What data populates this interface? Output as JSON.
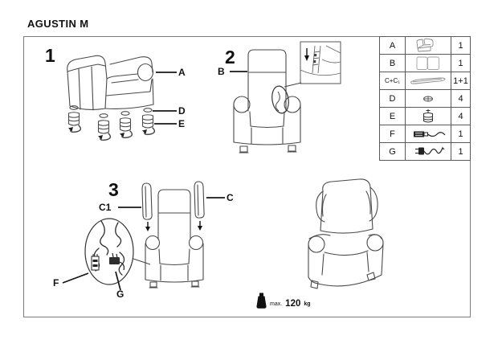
{
  "page": {
    "title": "AGUSTIN M"
  },
  "figures": {
    "fig1": {
      "number": "1"
    },
    "fig2": {
      "number": "2"
    },
    "fig3": {
      "number": "3"
    }
  },
  "callouts": {
    "a": "A",
    "b": "B",
    "c": "C",
    "c1": "C1",
    "d": "D",
    "e": "E",
    "f": "F",
    "g": "G"
  },
  "weight_limit": {
    "prefix": "max.",
    "value": "120",
    "unit": "kg"
  },
  "parts_table": {
    "rows": [
      {
        "letter": "A",
        "icon": "armchair-base-icon",
        "qty": "1"
      },
      {
        "letter": "B",
        "icon": "backrest-cushion-icon",
        "qty": "1"
      },
      {
        "letter": "C+C₁",
        "icon": "wing-panel-icon",
        "qty": "1+1"
      },
      {
        "letter": "D",
        "icon": "screw-icon",
        "qty": "4"
      },
      {
        "letter": "E",
        "icon": "leg-icon",
        "qty": "4"
      },
      {
        "letter": "F",
        "icon": "power-supply-cable-icon",
        "qty": "1"
      },
      {
        "letter": "G",
        "icon": "power-plug-cable-icon",
        "qty": "1"
      }
    ]
  }
}
